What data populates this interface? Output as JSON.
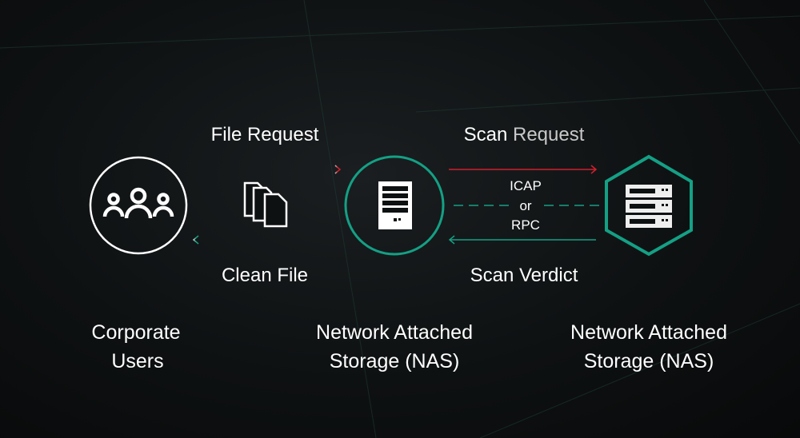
{
  "labels": {
    "file_request": "File Request",
    "clean_file": "Clean File",
    "scan_request_a": "Scan",
    "scan_request_b": "Request",
    "scan_verdict": "Scan Verdict",
    "protocol_1": "ICAP",
    "protocol_or": "or",
    "protocol_2": "RPC"
  },
  "nodes": {
    "users": {
      "line1": "Corporate",
      "line2": "Users"
    },
    "nas": {
      "line1": "Network Attached",
      "line2": "Storage (NAS)"
    },
    "scanner": {
      "line1": "Network Attached",
      "line2": "Storage (NAS)"
    }
  },
  "colors": {
    "accent_teal": "#14a085",
    "request_red": "#d0202e",
    "text": "#ffffff"
  }
}
